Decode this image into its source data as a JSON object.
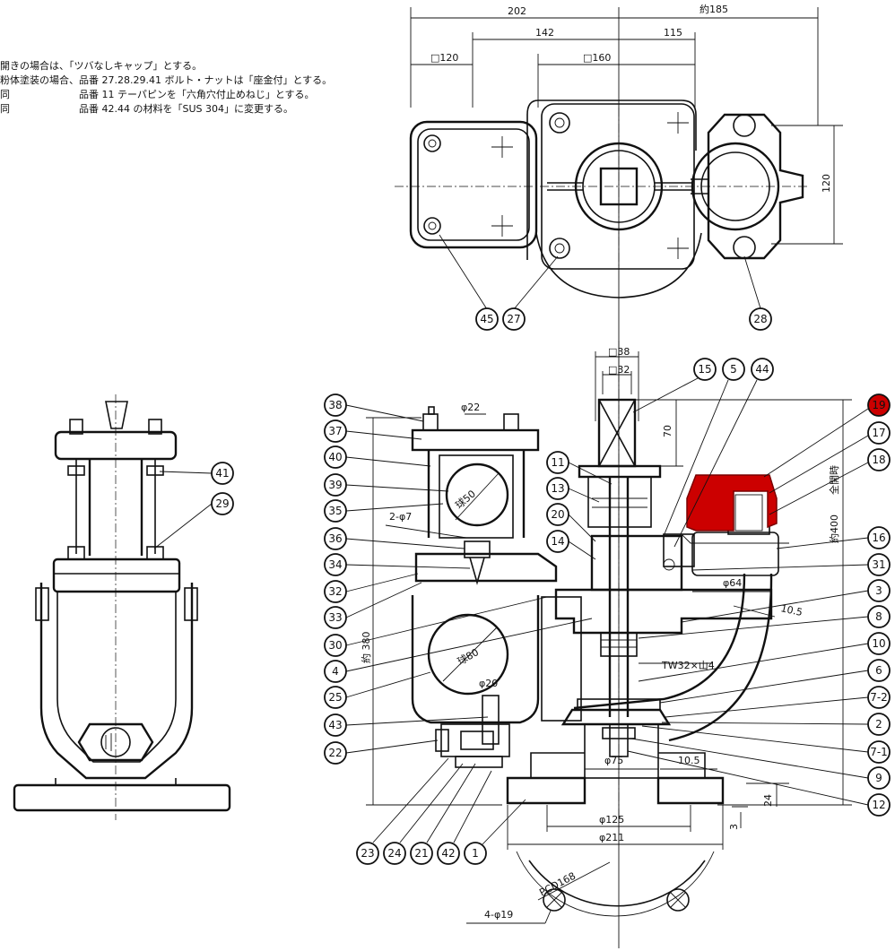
{
  "notes": [
    "開きの場合は、「ツバなしキャップ」とする。",
    "粉体塗装の場合、品番 27.28.29.41 ボルト・ナットは「座金付」とする。",
    "同　　　　　　　品番 11 テーパピンを「六角穴付止めねじ」とする。",
    "同　　　　　　　品番 42.44 の材料を「SUS 304」に変更する。"
  ],
  "top_view": {
    "dims": {
      "d202": "202",
      "d185": "約185",
      "d142": "142",
      "d115": "115",
      "sq120": "□120",
      "sq160": "□160",
      "v120": "120"
    },
    "callouts": [
      "45",
      "27",
      "28"
    ]
  },
  "side_view": {
    "callouts": [
      "41",
      "29"
    ]
  },
  "section_view": {
    "dims": {
      "sq38": "□38",
      "sq32": "□32",
      "d70": "70",
      "phi22": "φ22",
      "ball50": "球50",
      "hole2": "2-φ7",
      "ball80": "球80",
      "phi20": "φ20",
      "phi64": "φ64",
      "thread": "TW32×山4",
      "t105a": "10.5",
      "phi75": "φ75",
      "t105b": "10.5",
      "h24": "24",
      "h3": "3",
      "phi125": "φ125",
      "phi211": "φ211",
      "pcd": "PCD168",
      "holes": "4-φ19",
      "h380": "約 380",
      "h400": "約400",
      "full_open": "全開時"
    },
    "callouts_left": [
      "38",
      "37",
      "40",
      "39",
      "35",
      "36",
      "34",
      "32",
      "33",
      "30",
      "4",
      "25",
      "43",
      "22"
    ],
    "callouts_top": [
      "15",
      "5",
      "44",
      "11",
      "13",
      "20",
      "14"
    ],
    "callouts_right": [
      "19",
      "17",
      "18",
      "16",
      "31",
      "3",
      "8",
      "10",
      "6",
      "7-2",
      "2",
      "7-1",
      "9",
      "12"
    ],
    "callouts_bottom": [
      "23",
      "24",
      "21",
      "42",
      "1"
    ],
    "highlight": {
      "callout": "19",
      "color": "#cc0000"
    }
  }
}
